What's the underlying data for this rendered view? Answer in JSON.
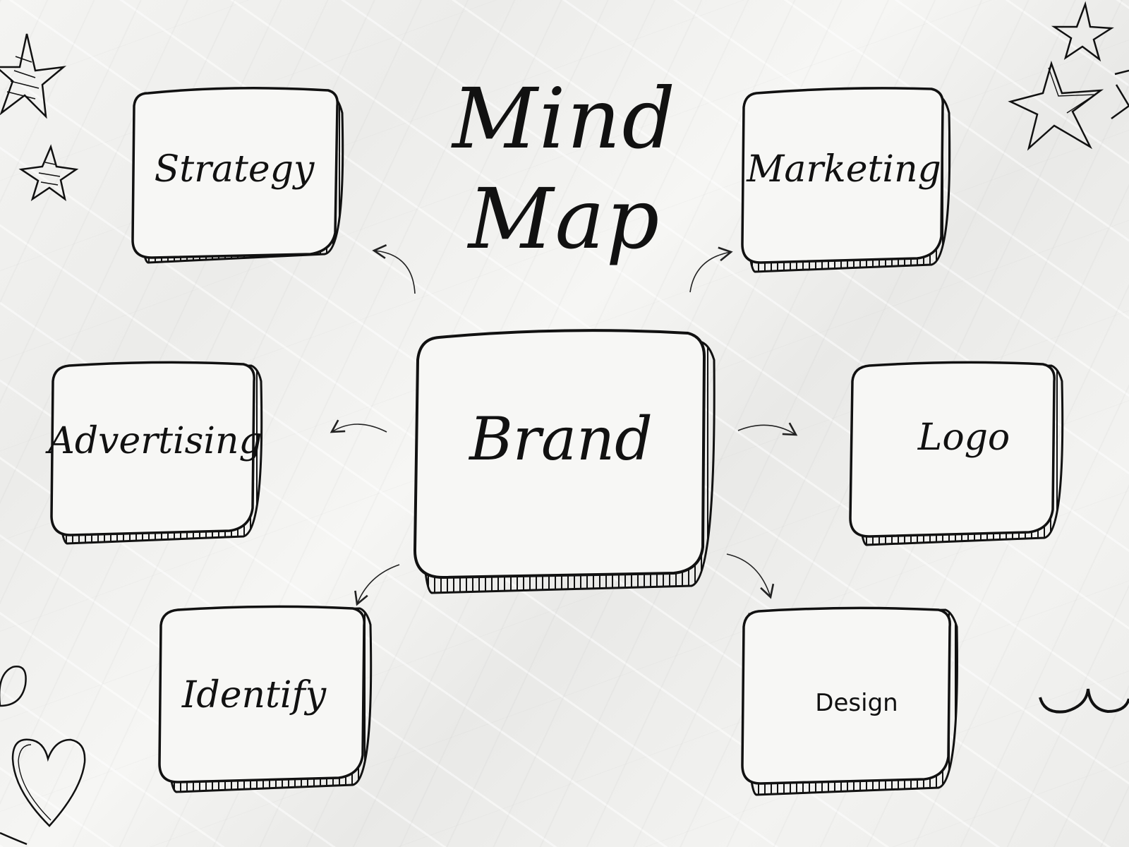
{
  "title": {
    "line1": "Mind",
    "line2": "Map"
  },
  "center": {
    "label": "Brand"
  },
  "nodes": {
    "strategy": "Strategy",
    "marketing": "Marketing",
    "advertising": "Advertising",
    "logo": "Logo",
    "identify": "Identify",
    "design": "Design"
  },
  "decorations": [
    "star-icon",
    "heart-icon",
    "squiggle-icon"
  ]
}
